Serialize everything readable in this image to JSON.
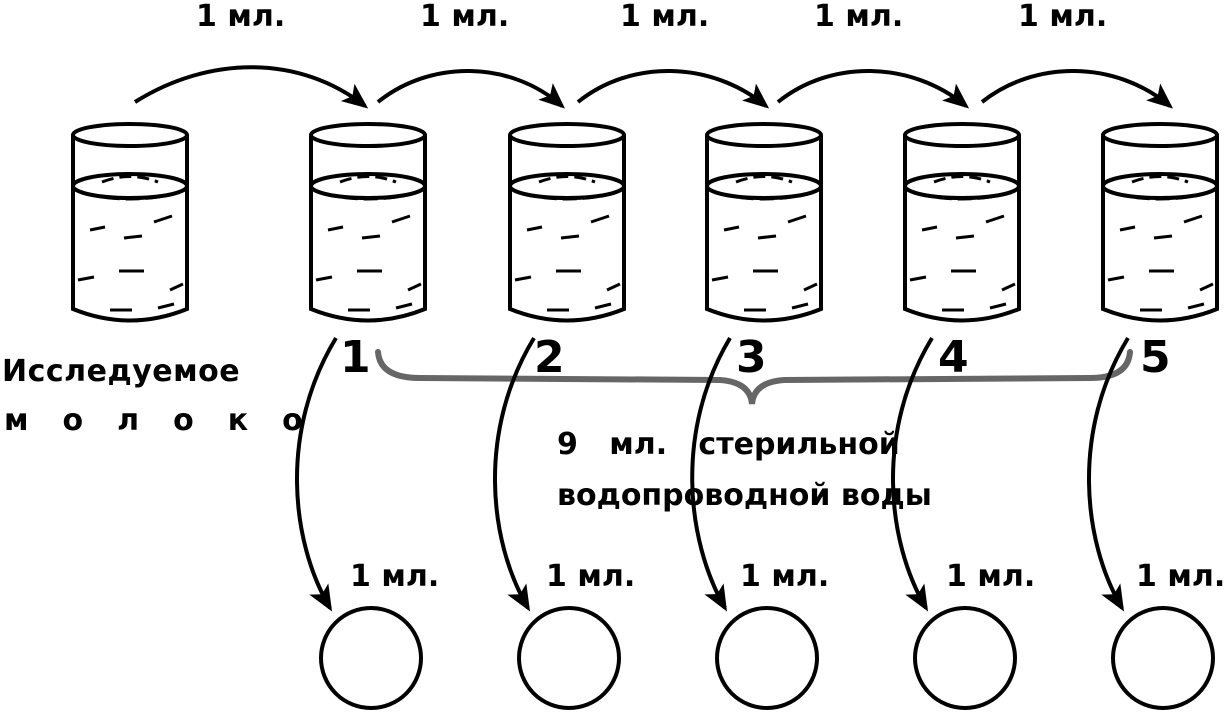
{
  "top_transfer_labels": [
    "1 мл.",
    "1 мл.",
    "1 мл.",
    "1 мл.",
    "1 мл."
  ],
  "tube_numbers": [
    "1",
    "2",
    "3",
    "4",
    "5"
  ],
  "bottom_transfer_labels": [
    "1 мл.",
    "1 мл.",
    "1 мл.",
    "1 мл.",
    "1 мл."
  ],
  "source_label": {
    "line1": "Исследуемое",
    "line2": "молоко"
  },
  "diluent_note": {
    "line1": "9   мл.   стерильной",
    "line2": "водопроводной воды"
  },
  "colors": {
    "ink": "#000000",
    "brace": "#666666",
    "background": "#ffffff"
  }
}
